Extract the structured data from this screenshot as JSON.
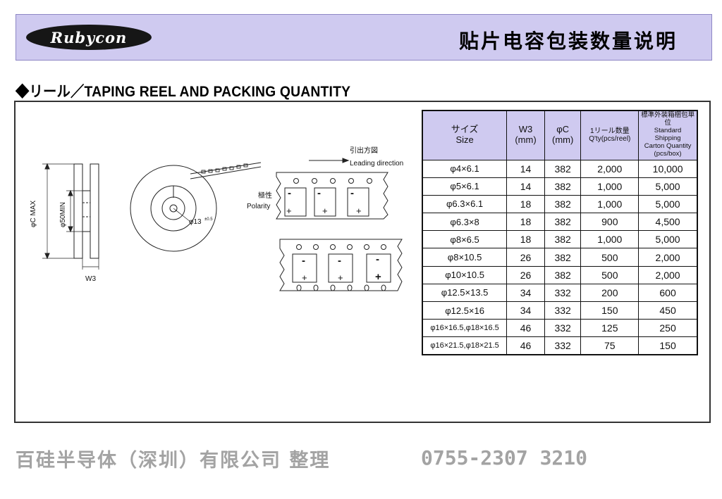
{
  "header": {
    "logo_text": "Rubycon",
    "title": "贴片电容包装数量说明"
  },
  "section": {
    "title": "◆リール／TAPING REEL AND PACKING QUANTITY"
  },
  "diagram": {
    "side_label_c": "φC MAX",
    "side_label_50": "φ50MIN",
    "side_label_w3": "W3",
    "hub_label": "φ13",
    "hub_tolerance": "±0.5",
    "pull_direction_jp": "引出方図",
    "pull_direction_en": "Leading direction",
    "polarity_jp": "極性",
    "polarity_en": "Polarity",
    "minus_sign": "-",
    "plus_sign": "+"
  },
  "table": {
    "headers": {
      "size_jp": "サイズ",
      "size_en": "Size",
      "w3": "W3",
      "w3_unit": "(mm)",
      "c": "φC",
      "c_unit": "(mm)",
      "qty_jp": "1リール数量",
      "qty_en": "Q'ty(pcs/reel)",
      "carton_jp": "標準外装箱梱包単位",
      "carton_en1": "Standard Shipping",
      "carton_en2": "Carton Quantity",
      "carton_unit": "(pcs/box)"
    },
    "rows": [
      {
        "size": "φ4×6.1",
        "w3": "14",
        "c": "382",
        "qty": "2,000",
        "carton": "10,000"
      },
      {
        "size": "φ5×6.1",
        "w3": "14",
        "c": "382",
        "qty": "1,000",
        "carton": "5,000"
      },
      {
        "size": "φ6.3×6.1",
        "w3": "18",
        "c": "382",
        "qty": "1,000",
        "carton": "5,000"
      },
      {
        "size": "φ6.3×8",
        "w3": "18",
        "c": "382",
        "qty": "900",
        "carton": "4,500"
      },
      {
        "size": "φ8×6.5",
        "w3": "18",
        "c": "382",
        "qty": "1,000",
        "carton": "5,000"
      },
      {
        "size": "φ8×10.5",
        "w3": "26",
        "c": "382",
        "qty": "500",
        "carton": "2,000"
      },
      {
        "size": "φ10×10.5",
        "w3": "26",
        "c": "382",
        "qty": "500",
        "carton": "2,000"
      },
      {
        "size": "φ12.5×13.5",
        "w3": "34",
        "c": "332",
        "qty": "200",
        "carton": "600"
      },
      {
        "size": "φ12.5×16",
        "w3": "34",
        "c": "332",
        "qty": "150",
        "carton": "450"
      },
      {
        "size": "φ16×16.5,φ18×16.5",
        "w3": "46",
        "c": "332",
        "qty": "125",
        "carton": "250"
      },
      {
        "size": "φ16×21.5,φ18×21.5",
        "w3": "46",
        "c": "332",
        "qty": "75",
        "carton": "150"
      }
    ]
  },
  "footer": {
    "company": "百硅半导体（深圳）有限公司 整理",
    "phone": "0755-2307 3210"
  },
  "colors": {
    "header_bg": "#cfcaf0",
    "footer_text": "#a3a3a3"
  }
}
